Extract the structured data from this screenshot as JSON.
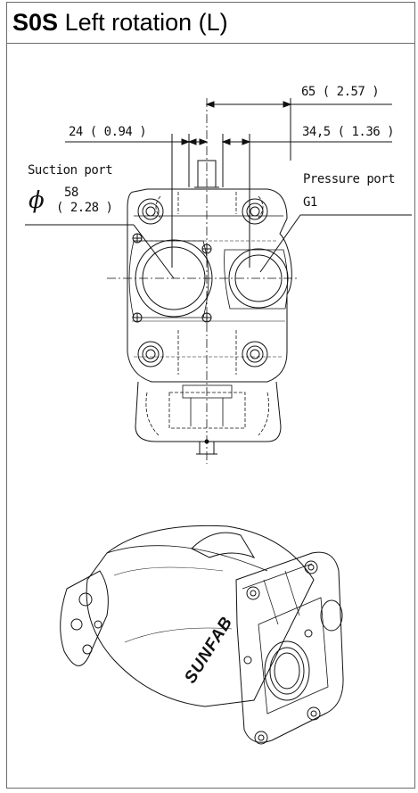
{
  "title": {
    "code": "S0S",
    "text": "Left rotation (L)"
  },
  "dimensions": {
    "d65": "65 ( 2.57 )",
    "d24": "24 ( 0.94 )",
    "d345": "34,5 ( 1.36 )"
  },
  "ports": {
    "suction_label": "Suction port",
    "phi_symbol": "ϕ",
    "suction_mm": "58",
    "suction_in": "( 2.28 )",
    "pressure_label": "Pressure port",
    "pressure_thread": "G1"
  },
  "brand": {
    "logo_text": "SUNFAB"
  }
}
